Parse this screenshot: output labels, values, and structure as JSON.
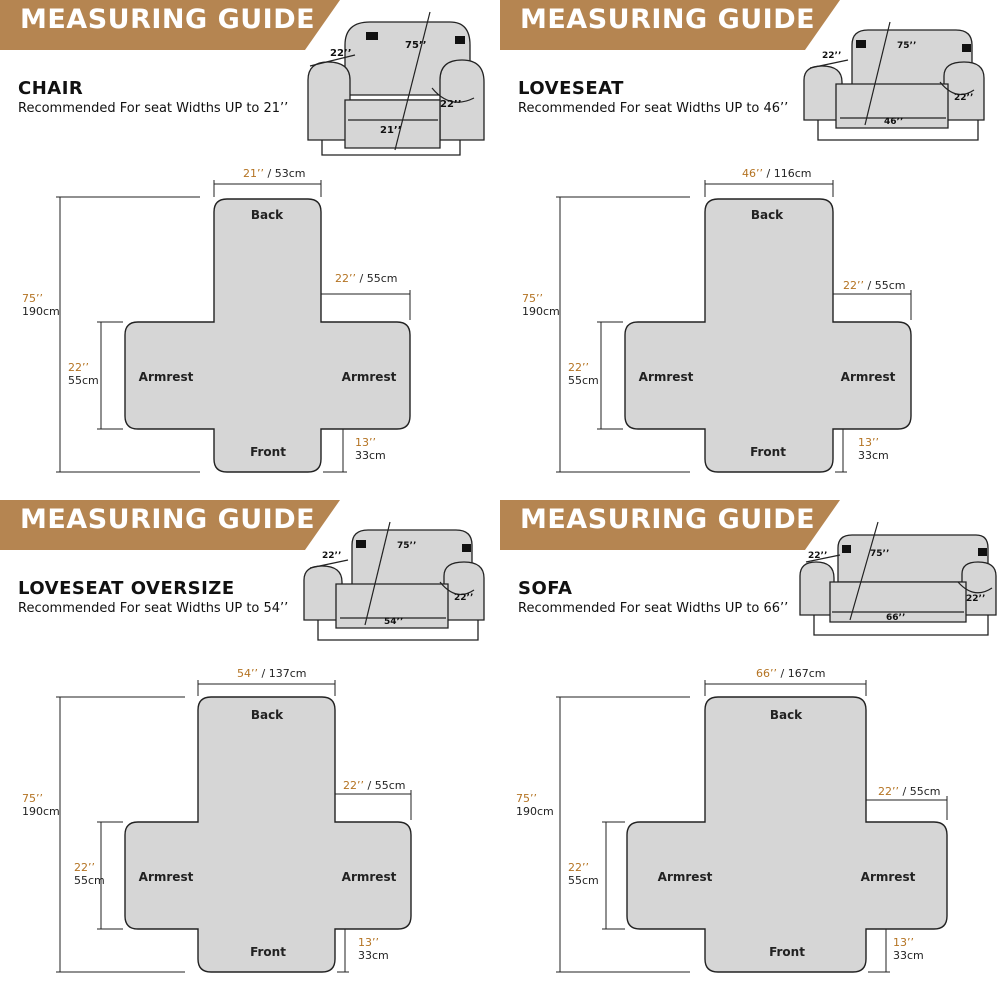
{
  "colors": {
    "banner": "#b58551",
    "pad": "#d6d6d6",
    "outline": "#222222",
    "dimension_inches": "#b47322"
  },
  "banner_text": "MEASURING GUIDE",
  "part_labels": {
    "back": "Back",
    "front": "Front",
    "armrest": "Armrest"
  },
  "panels": [
    {
      "id": "chair",
      "title": "CHAIR",
      "subtitle": "Recommended For seat Widths UP to 21’’",
      "width_in": "21’’",
      "width_cm": " / 53cm",
      "height_in": "75’’",
      "height_cm": "190cm",
      "arm_in": "22’’",
      "arm_cm": " / 55cm",
      "armwidth_in": "22’’",
      "armwidth_cm": "55cm",
      "front_in": "13’’",
      "front_cm": "33cm",
      "sofa_labels": {
        "side": "22’’",
        "back": "75’’",
        "seat": "21’’",
        "arm": "22’’"
      }
    },
    {
      "id": "loveseat",
      "title": "LOVESEAT",
      "subtitle": "Recommended For seat Widths UP to 46’’",
      "width_in": "46’’",
      "width_cm": " / 116cm",
      "height_in": "75’’",
      "height_cm": "190cm",
      "arm_in": "22’’",
      "arm_cm": " / 55cm",
      "armwidth_in": "22’’",
      "armwidth_cm": "55cm",
      "front_in": "13’’",
      "front_cm": "33cm",
      "sofa_labels": {
        "side": "22’’",
        "back": "75’’",
        "seat": "46’’",
        "arm": "22’’"
      }
    },
    {
      "id": "loveseat-oversize",
      "title": "LOVESEAT OVERSIZE",
      "subtitle": "Recommended For seat Widths UP to 54’’",
      "width_in": "54’’",
      "width_cm": " / 137cm",
      "height_in": "75’’",
      "height_cm": "190cm",
      "arm_in": "22’’",
      "arm_cm": " / 55cm",
      "armwidth_in": "22’’",
      "armwidth_cm": "55cm",
      "front_in": "13’’",
      "front_cm": "33cm",
      "sofa_labels": {
        "side": "22’’",
        "back": "75’’",
        "seat": "54’’",
        "arm": "22’’"
      }
    },
    {
      "id": "sofa",
      "title": "SOFA",
      "subtitle": "Recommended For seat Widths UP to 66’’",
      "width_in": "66’’",
      "width_cm": " / 167cm",
      "height_in": "75’’",
      "height_cm": "190cm",
      "arm_in": "22’’",
      "arm_cm": " / 55cm",
      "armwidth_in": "22’’",
      "armwidth_cm": "55cm",
      "front_in": "13’’",
      "front_cm": "33cm",
      "sofa_labels": {
        "side": "22’’",
        "back": "75’’",
        "seat": "66’’",
        "arm": "22’’"
      }
    }
  ]
}
